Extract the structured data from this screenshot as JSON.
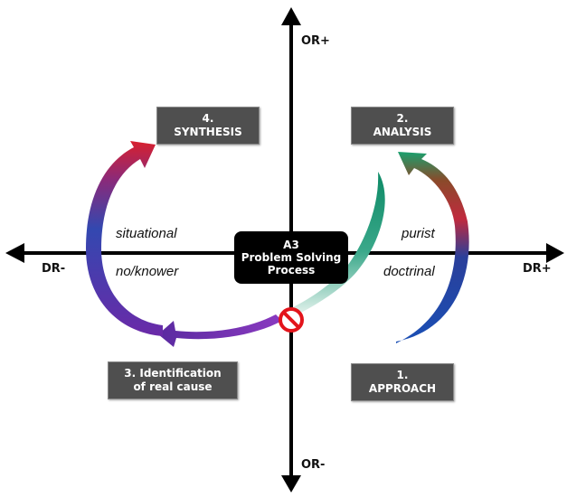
{
  "center": {
    "line1": "A3",
    "line2": "Problem Solving",
    "line3": "Process"
  },
  "axes": {
    "top": "OR+",
    "bottom": "OR-",
    "left": "DR-",
    "right": "DR+"
  },
  "quadrants": {
    "top_left": "situational",
    "bottom_left": "no/knower",
    "top_right": "purist",
    "bottom_right": "doctrinal"
  },
  "steps": {
    "approach": {
      "line1": "1.",
      "line2": "APPROACH"
    },
    "analysis": {
      "line1": "2.",
      "line2": "ANALYSIS"
    },
    "identification": {
      "line1": "3. Identification",
      "line2": "of real cause"
    },
    "synthesis": {
      "line1": "4.",
      "line2": "SYNTHESIS"
    }
  },
  "icons": {
    "blocker": "prohibition-sign-icon"
  },
  "colors": {
    "axis": "#000000",
    "box_fill": "#4f4f4f",
    "center_fill": "#000000",
    "blocker": "#e3141b",
    "arrow_blue": "#1f5fbf",
    "arrow_green": "#149a6e",
    "arrow_red": "#d5283a",
    "arrow_purple": "#6a2aa8"
  }
}
